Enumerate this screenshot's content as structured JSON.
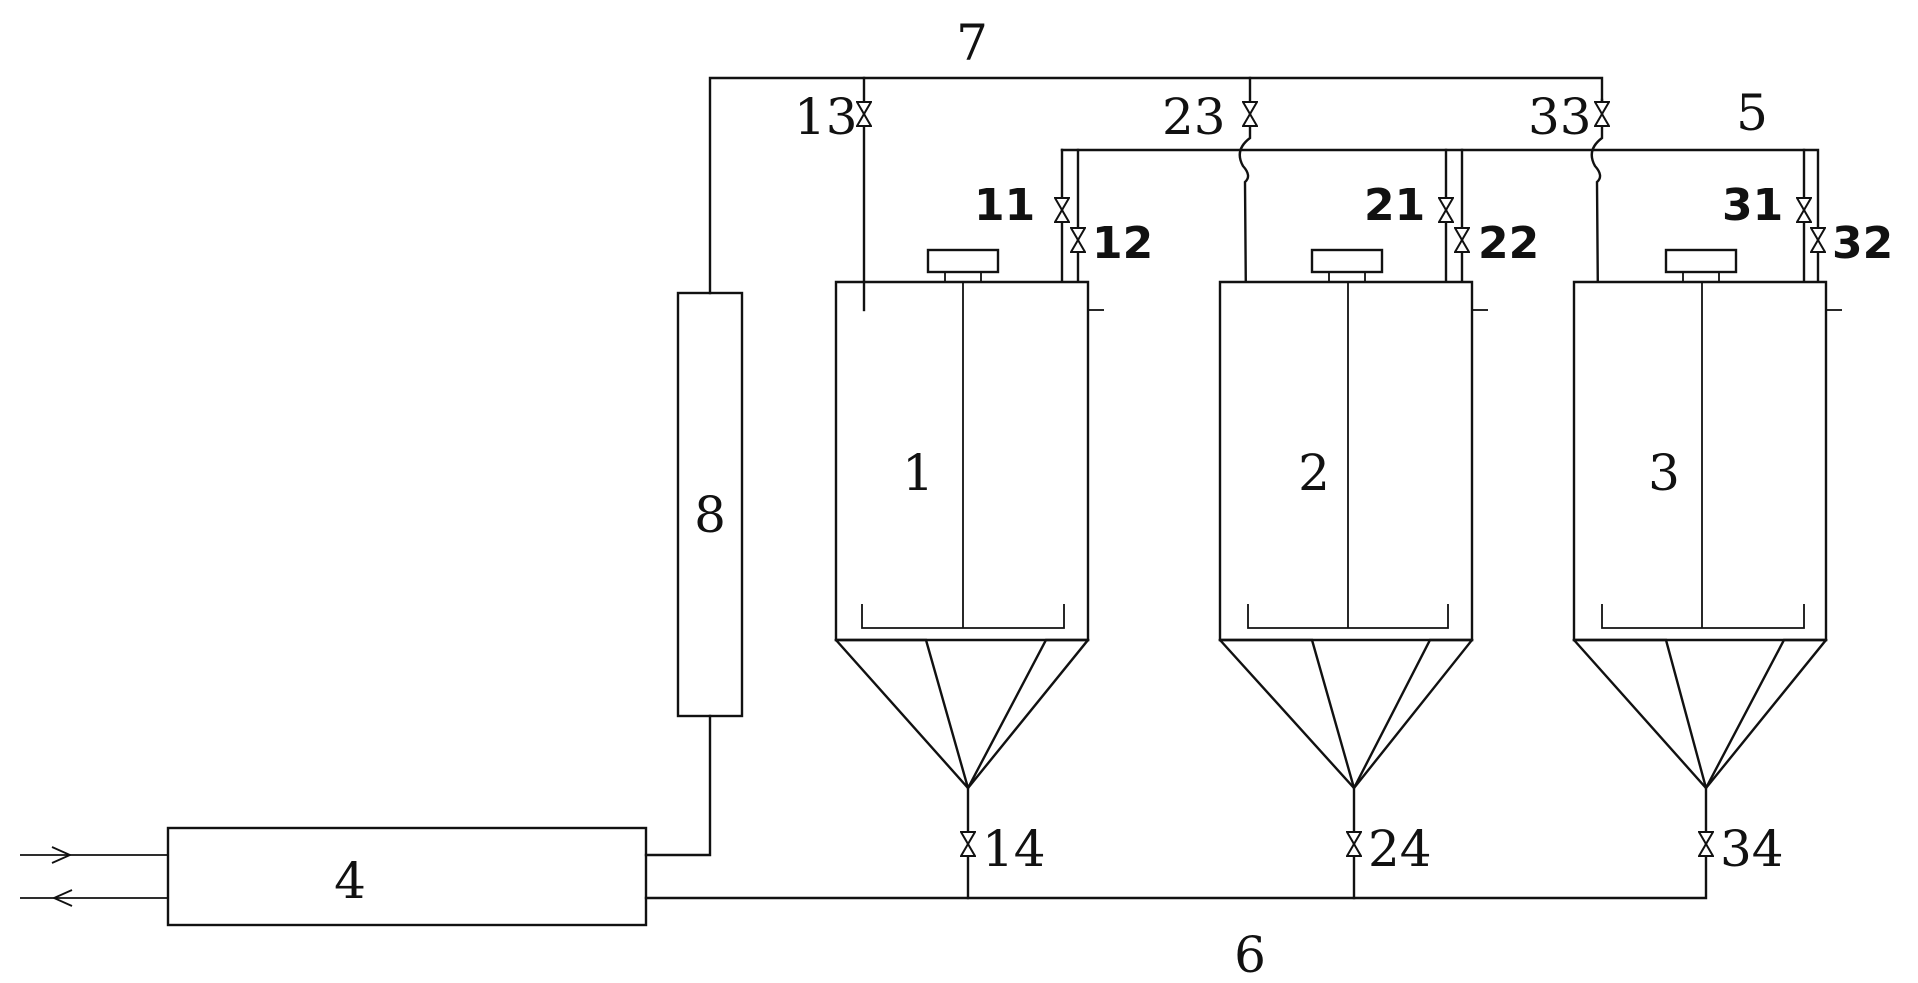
{
  "tanks": [
    {
      "label": "1"
    },
    {
      "label": "2"
    },
    {
      "label": "3"
    }
  ],
  "units": {
    "heat_exchanger": "4",
    "column": "8"
  },
  "pipes": {
    "upper_header": "7",
    "top_header": "5",
    "bottom_header": "6"
  },
  "valves": {
    "v11": "11",
    "v12": "12",
    "v13": "13",
    "v14": "14",
    "v21": "21",
    "v22": "22",
    "v23": "23",
    "v24": "24",
    "v31": "31",
    "v32": "32",
    "v33": "33",
    "v34": "34"
  },
  "colors": {
    "line": "#111111",
    "background": "#ffffff"
  }
}
